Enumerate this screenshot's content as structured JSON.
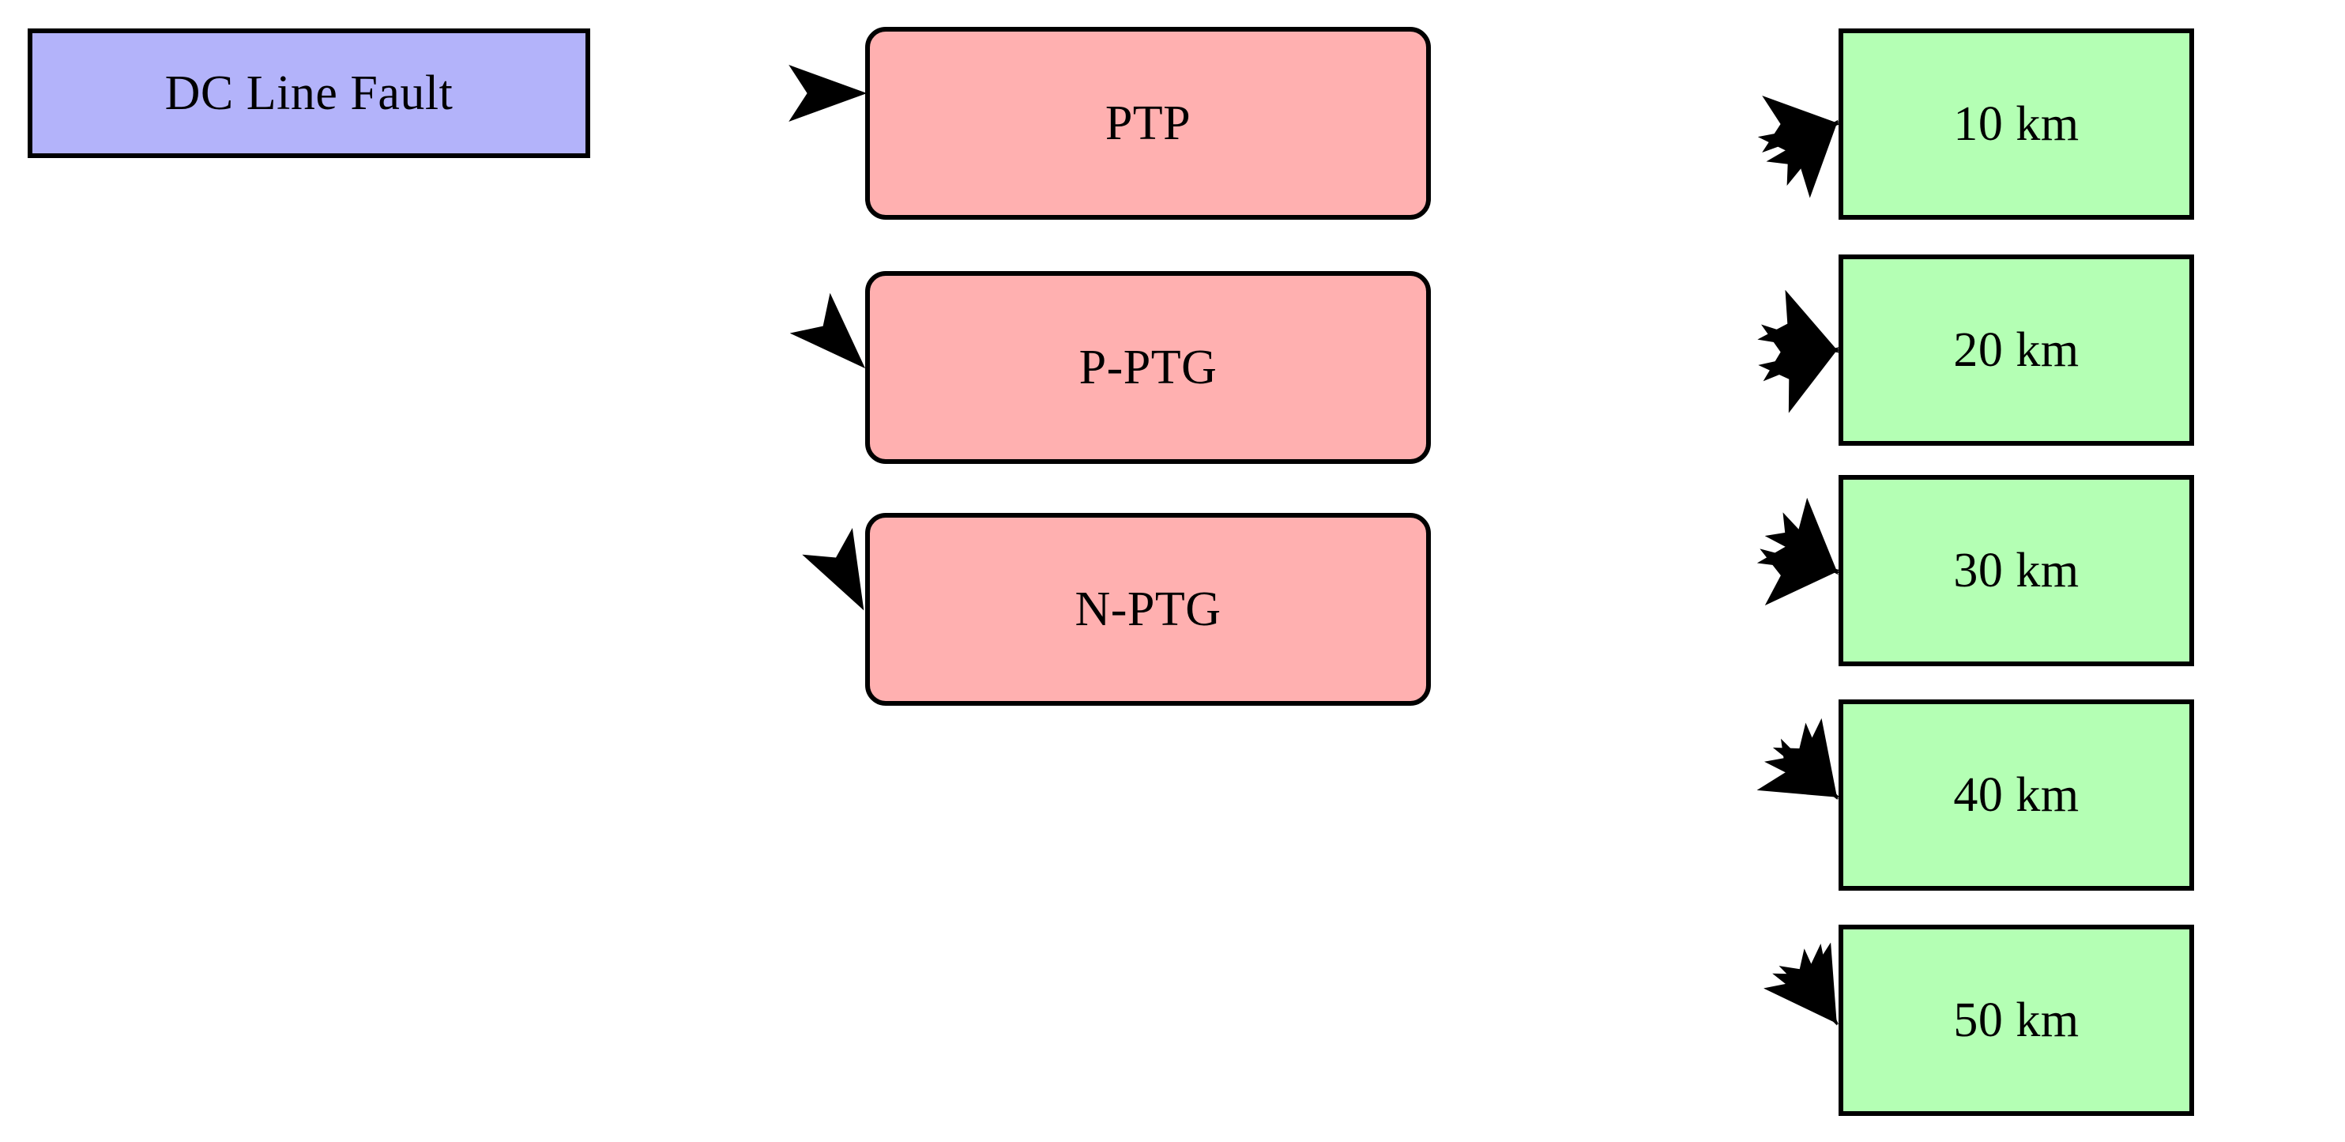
{
  "diagram": {
    "title": "DC Line Fault classification and distance estimation hierarchy",
    "type": "directed-graph",
    "background_color": "#ffffff",
    "edge_color": "#000000",
    "border_color": "#000000",
    "colors": {
      "source_fill": "#b3b3fa",
      "fault_fill": "#ffb0b0",
      "distance_fill": "#b4ffb4",
      "stroke": "#000000"
    },
    "levels": [
      {
        "id": "source",
        "shape": "rectangle",
        "fill": "#b3b3fa",
        "nodes": [
          {
            "id": "dc-line-fault",
            "label": "DC Line Fault"
          }
        ]
      },
      {
        "id": "fault-types",
        "shape": "rounded-rectangle",
        "fill": "#ffb0b0",
        "nodes": [
          {
            "id": "ptp",
            "label": "PTP"
          },
          {
            "id": "p-ptg",
            "label": "P-PTG"
          },
          {
            "id": "n-ptg",
            "label": "N-PTG"
          }
        ]
      },
      {
        "id": "distances",
        "shape": "rectangle",
        "fill": "#b4ffb4",
        "nodes": [
          {
            "id": "d10",
            "label": "10 km"
          },
          {
            "id": "d20",
            "label": "20 km"
          },
          {
            "id": "d30",
            "label": "30 km"
          },
          {
            "id": "d40",
            "label": "40 km"
          },
          {
            "id": "d50",
            "label": "50 km"
          }
        ]
      }
    ],
    "edges": [
      {
        "from": "dc-line-fault",
        "to": "ptp"
      },
      {
        "from": "dc-line-fault",
        "to": "p-ptg"
      },
      {
        "from": "dc-line-fault",
        "to": "n-ptg"
      },
      {
        "from": "ptp",
        "to": "d10"
      },
      {
        "from": "ptp",
        "to": "d20"
      },
      {
        "from": "ptp",
        "to": "d30"
      },
      {
        "from": "ptp",
        "to": "d40"
      },
      {
        "from": "ptp",
        "to": "d50"
      },
      {
        "from": "p-ptg",
        "to": "d10"
      },
      {
        "from": "p-ptg",
        "to": "d20"
      },
      {
        "from": "p-ptg",
        "to": "d30"
      },
      {
        "from": "p-ptg",
        "to": "d40"
      },
      {
        "from": "p-ptg",
        "to": "d50"
      },
      {
        "from": "n-ptg",
        "to": "d10"
      },
      {
        "from": "n-ptg",
        "to": "d20"
      },
      {
        "from": "n-ptg",
        "to": "d30"
      },
      {
        "from": "n-ptg",
        "to": "d40"
      },
      {
        "from": "n-ptg",
        "to": "d50"
      }
    ]
  }
}
